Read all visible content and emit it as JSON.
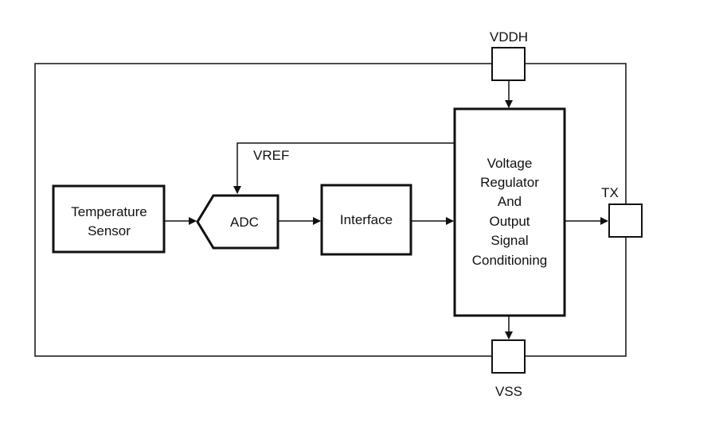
{
  "blocks": {
    "temperature_sensor": [
      "Temperature",
      "Sensor"
    ],
    "adc": "ADC",
    "interface": "Interface",
    "regulator": [
      "Voltage",
      "Regulator",
      "And",
      "Output",
      "Signal",
      "Conditioning"
    ]
  },
  "signals": {
    "vref": "VREF"
  },
  "pins": {
    "vddh": "VDDH",
    "vss": "VSS",
    "tx": "TX"
  },
  "colors": {
    "stroke": "#111111",
    "background": "#ffffff"
  }
}
